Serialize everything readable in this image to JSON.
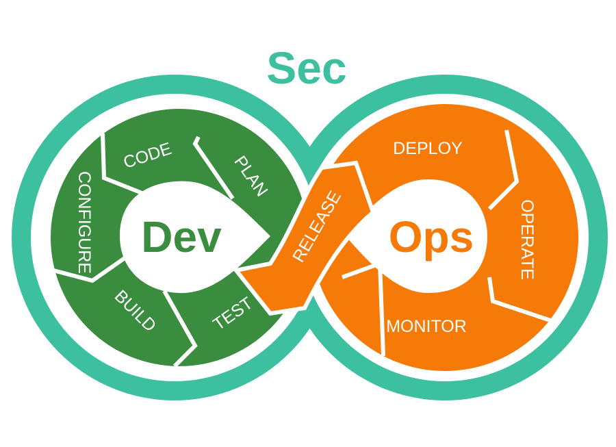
{
  "title": "Sec",
  "dev": "Dev",
  "ops": "Ops",
  "stages": {
    "code": "CODE",
    "plan": "PLAN",
    "configure": "CONFIGURE",
    "build": "BUILD",
    "test": "TEST",
    "release": "RELEASE",
    "deploy": "DEPLOY",
    "operate": "OPERATE",
    "monitor": "MONITOR"
  },
  "colors": {
    "teal": "#3cc0a0",
    "green": "#3a8c3f",
    "orange": "#f57a08"
  }
}
